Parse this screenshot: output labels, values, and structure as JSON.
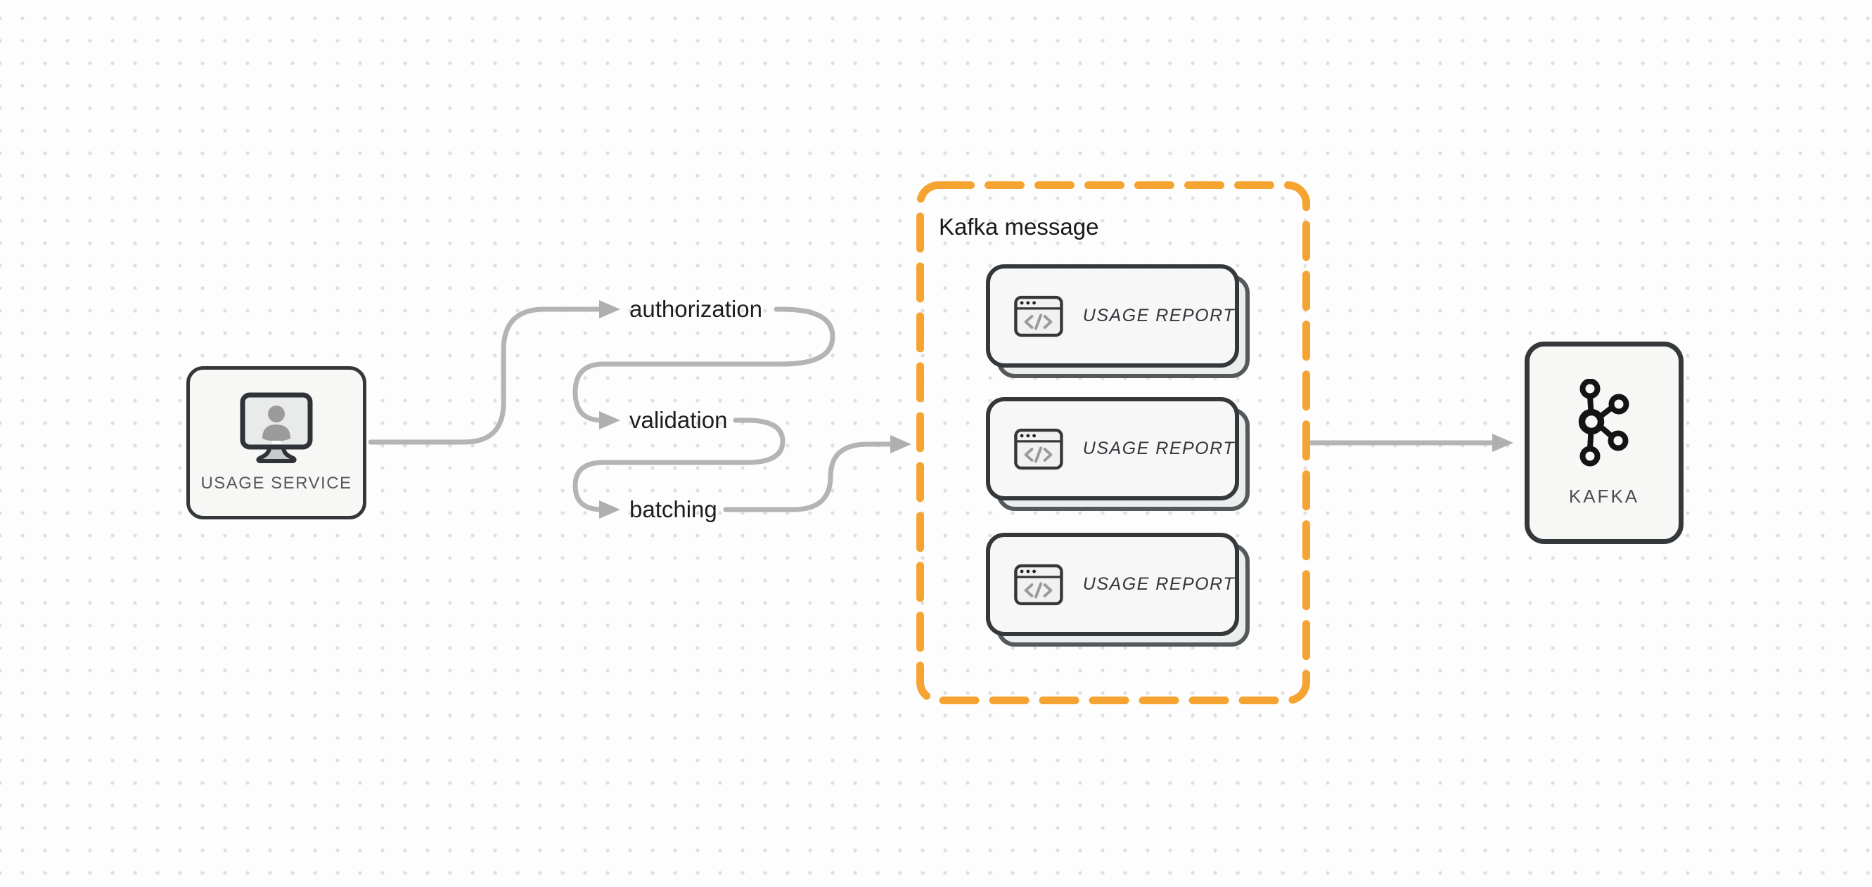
{
  "diagram": {
    "title_hint": "usage reporting pipeline to kafka",
    "nodes": {
      "usage_service": {
        "label": "USAGE SERVICE",
        "icon": "monitor-user-icon"
      },
      "kafka": {
        "label": "KAFKA",
        "icon": "kafka-logo-icon"
      }
    },
    "pipeline_steps": [
      {
        "label": "authorization"
      },
      {
        "label": "validation"
      },
      {
        "label": "batching"
      }
    ],
    "kafka_message_group": {
      "title": "Kafka message",
      "messages": [
        {
          "label": "USAGE REPORT",
          "icon": "browser-code-icon"
        },
        {
          "label": "USAGE REPORT",
          "icon": "browser-code-icon"
        },
        {
          "label": "USAGE REPORT",
          "icon": "browser-code-icon"
        }
      ]
    },
    "colors": {
      "accent_orange": "#F6A431",
      "connector_gray": "#B4B4B4",
      "border_dark": "#34383B",
      "node_fill": "#F7F8F6",
      "background": "#FDFDFD",
      "dot_grid": "#DFDFDF"
    }
  }
}
